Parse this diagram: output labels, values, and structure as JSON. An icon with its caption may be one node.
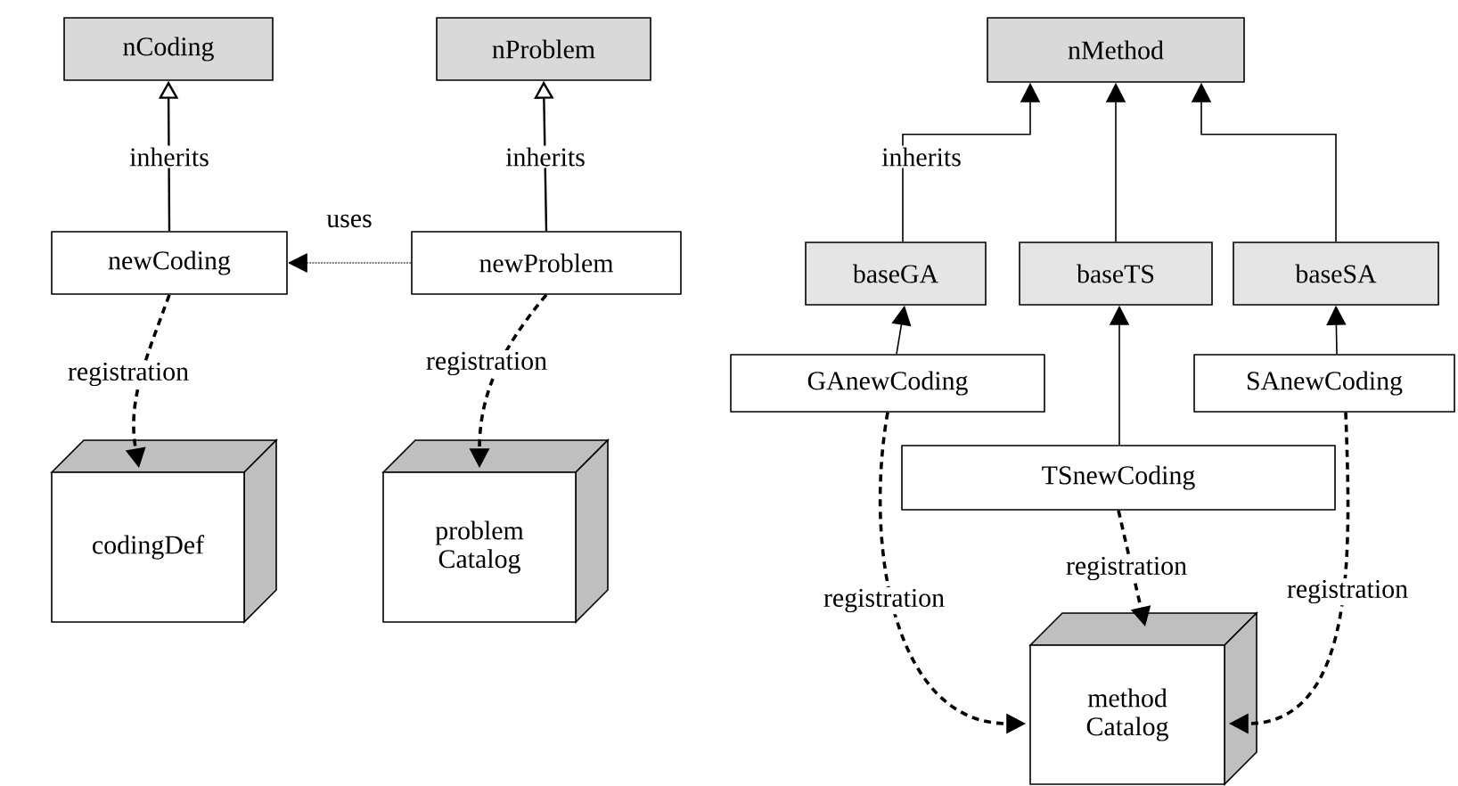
{
  "diagram": {
    "nodes": [
      {
        "text": [
          "nCoding"
        ]
      },
      {
        "text": [
          "nProblem"
        ]
      },
      {
        "text": [
          "newCoding"
        ]
      },
      {
        "text": [
          "newProblem"
        ]
      },
      {
        "text": [
          "codingDef"
        ]
      },
      {
        "text": [
          "problem Catalog"
        ]
      },
      {
        "text": [
          "nMethod"
        ]
      },
      {
        "text": [
          "baseGA"
        ]
      },
      {
        "text": [
          "baseTS"
        ]
      },
      {
        "text": [
          "baseSA"
        ]
      },
      {
        "text": [
          "GAnewCoding"
        ]
      },
      {
        "text": [
          "SAnewCoding"
        ]
      },
      {
        "text": [
          "TSnewCoding"
        ]
      },
      {
        "text": [
          "method Catalog"
        ]
      }
    ],
    "edges": [
      {
        "from": 2,
        "to": 0,
        "arrow": "to",
        "label": "inherits"
      },
      {
        "from": 3,
        "to": 1,
        "arrow": "to",
        "label": "inherits"
      },
      {
        "from": 3,
        "to": 2,
        "arrow": "to",
        "label": "uses",
        "style": "dashed"
      },
      {
        "from": 2,
        "to": 4,
        "arrow": "to",
        "label": "registration",
        "style": "dashed"
      },
      {
        "from": 3,
        "to": 5,
        "arrow": "to",
        "label": "registration",
        "style": "dashed"
      },
      {
        "from": 7,
        "to": 6,
        "arrow": "to",
        "label": "inherits"
      },
      {
        "from": 8,
        "to": 6,
        "arrow": "to"
      },
      {
        "from": 9,
        "to": 6,
        "arrow": "to"
      },
      {
        "from": 10,
        "to": 7,
        "arrow": "to"
      },
      {
        "from": 12,
        "to": 8,
        "arrow": "to"
      },
      {
        "from": 11,
        "to": 9,
        "arrow": "to"
      },
      {
        "from": 10,
        "to": 13,
        "arrow": "to",
        "label": "registration",
        "style": "dashed"
      },
      {
        "from": 12,
        "to": 13,
        "arrow": "to",
        "label": "registration",
        "style": "dashed"
      },
      {
        "from": 11,
        "to": 13,
        "arrow": "to",
        "label": "registration",
        "style": "dashed"
      }
    ]
  }
}
